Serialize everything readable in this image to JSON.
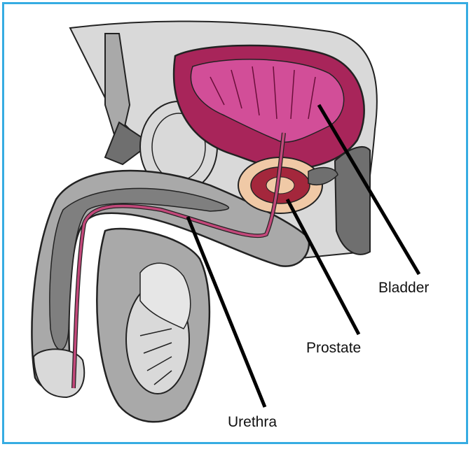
{
  "labels": {
    "bladder": "Bladder",
    "prostate": "Prostate",
    "urethra": "Urethra"
  },
  "colors": {
    "border": "#36ace2",
    "tissue_light": "#d9d9d9",
    "tissue_mid": "#a9a9a9",
    "tissue_dark": "#6f6f6f",
    "bladder_wall": "#a8255a",
    "bladder_lining": "#d24e98",
    "urethra": "#c2487a",
    "prostate_outer": "#f0c9a6",
    "prostate_inner": "#a4273c",
    "pointer": "#000000"
  }
}
